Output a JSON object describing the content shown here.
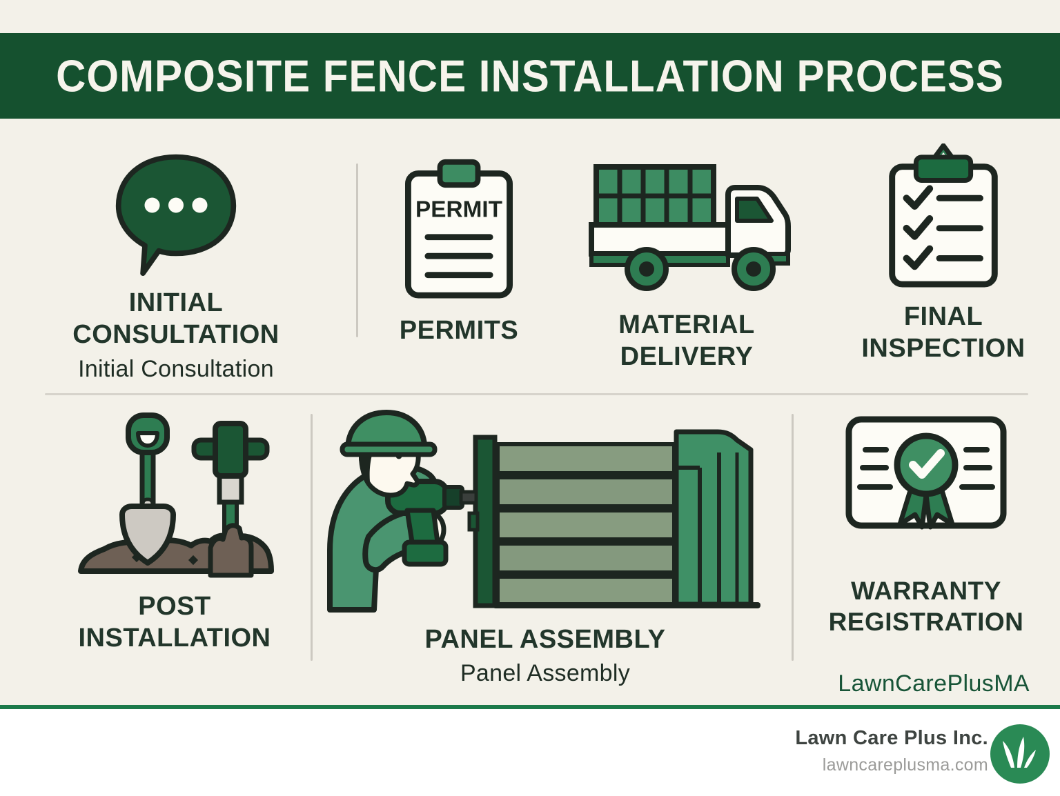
{
  "header": {
    "title": "COMPOSITE FENCE INSTALLATION PROCESS"
  },
  "steps": [
    {
      "id": "initial-consultation",
      "title": "INITIAL CONSULTATION",
      "subtitle": "Initial Consultation",
      "icon": "speech-bubble-icon"
    },
    {
      "id": "permits",
      "title": "PERMITS",
      "icon": "permit-clipboard-icon",
      "icon_text": "PERMIT"
    },
    {
      "id": "material-delivery",
      "title": "MATERIAL DELIVERY",
      "icon": "delivery-truck-icon"
    },
    {
      "id": "final-inspection",
      "title": "FINAL INSPECTION",
      "icon": "checklist-clipboard-icon"
    },
    {
      "id": "post-installation",
      "title": "POST INSTALLATION",
      "icon": "shovel-post-driver-icon"
    },
    {
      "id": "panel-assembly",
      "title": "PANEL ASSEMBLY",
      "subtitle": "Panel Assembly",
      "icon": "worker-drill-fence-icon"
    },
    {
      "id": "warranty-registration",
      "title": "WARRANTY REGISTRATION",
      "icon": "certificate-ribbon-icon"
    }
  ],
  "brand": {
    "handle": "LawnCarePlusMA",
    "company": "Lawn Care Plus Inc.",
    "website": "lawncareplusma.com",
    "logo": "grass-icon"
  },
  "colors": {
    "banner_green": "#15512f",
    "dark_green": "#1b5634",
    "mid_green": "#3d8c62",
    "accent_green": "#2e7d52",
    "rule_green": "#1b7a4a",
    "logo_green": "#2a8a55",
    "handle_green": "#175437",
    "background_cream": "#f3f1e9",
    "outline_dark": "#1d2620"
  }
}
